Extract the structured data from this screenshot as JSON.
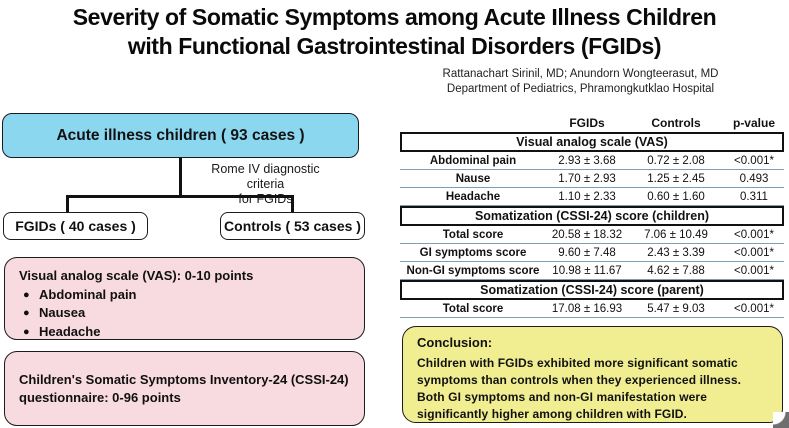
{
  "title": {
    "line1": "Severity of Somatic Symptoms among Acute Illness Children",
    "line2": "with Functional Gastrointestinal Disorders (FGIDs)"
  },
  "authors": {
    "line1": "Rattanachart Sirinil, MD; Anundorn Wongteerasut, MD",
    "line2": "Department of Pediatrics, Phramongkutklao Hospital"
  },
  "flowchart": {
    "root": "Acute illness children ( 93 cases )",
    "branch_label_line1": "Rome IV diagnostic criteria",
    "branch_label_line2": "for FGIDs",
    "left_node": "FGIDs ( 40 cases )",
    "right_node": "Controls ( 53 cases )"
  },
  "info_boxes": {
    "vas": {
      "title": "Visual analog scale (VAS): 0-10 points",
      "bullets": [
        "Abdominal pain",
        "Nausea",
        "Headache"
      ]
    },
    "cssi": {
      "line1": "Children's Somatic Symptoms Inventory-24 (CSSI-24)",
      "line2": "questionnaire: 0-96 points"
    }
  },
  "table": {
    "columns": {
      "c1": "",
      "c2": "FGIDs",
      "c3": "Controls",
      "c4": "p-value"
    },
    "sections": [
      {
        "header": "Visual analog scale (VAS)",
        "rows": [
          {
            "label": "Abdominal pain",
            "fgids": "2.93 ± 3.68",
            "controls": "0.72 ± 2.08",
            "p": "<0.001*"
          },
          {
            "label": "Nause",
            "fgids": "1.70 ± 2.93",
            "controls": "1.25 ± 2.45",
            "p": "0.493"
          },
          {
            "label": "Headache",
            "fgids": "1.10 ± 2.33",
            "controls": "0.60 ± 1.60",
            "p": "0.311"
          }
        ]
      },
      {
        "header": "Somatization (CSSI-24) score (children)",
        "rows": [
          {
            "label": "Total score",
            "fgids": "20.58 ± 18.32",
            "controls": "7.06 ± 10.49",
            "p": "<0.001*"
          },
          {
            "label": "GI symptoms score",
            "fgids": "9.60 ± 7.48",
            "controls": "2.43 ± 3.39",
            "p": "<0.001*"
          },
          {
            "label": "Non-GI symptoms score",
            "fgids": "10.98 ± 11.67",
            "controls": "4.62 ± 7.88",
            "p": "<0.001*"
          }
        ]
      },
      {
        "header": "Somatization (CSSI-24) score (parent)",
        "rows": [
          {
            "label": "Total score",
            "fgids": "17.08 ± 16.93",
            "controls": "5.47 ± 9.03",
            "p": "<0.001*"
          }
        ]
      }
    ]
  },
  "conclusion": {
    "label": "Conclusion:",
    "body": "Children with FGIDs exhibited more significant somatic symptoms than controls when they experienced illness. Both GI symptoms and non-GI manifestation were significantly higher among children with FGID."
  },
  "colors": {
    "blue_box": "#8BD7F0",
    "pink_box": "#F8DAE1",
    "yellow_box": "#F0EE90",
    "row_separator": "#7D9FB5"
  }
}
